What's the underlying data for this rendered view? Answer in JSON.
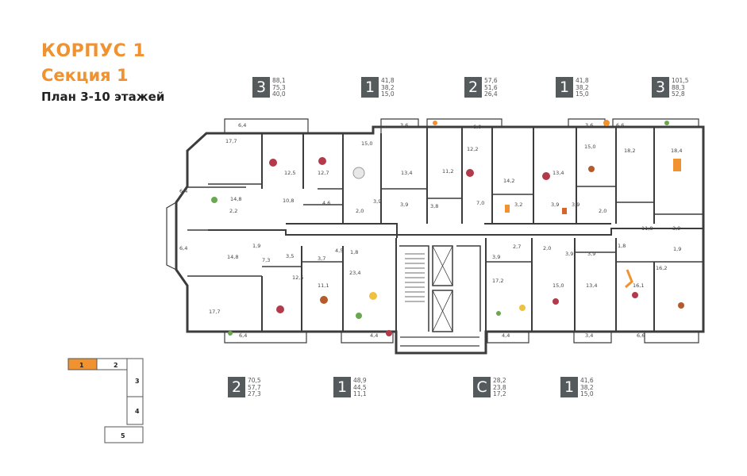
{
  "header": {
    "building": "КОРПУС 1",
    "section": "Секция 1",
    "plan": "План 3-10 этажей"
  },
  "colors": {
    "accent": "#f0922f",
    "badge": "#555a5c",
    "wall": "#3c3c3c"
  },
  "apartments_top": [
    {
      "rooms": "3",
      "areas": [
        "88,1",
        "75,3",
        "40,0"
      ]
    },
    {
      "rooms": "1",
      "areas": [
        "41,8",
        "38,2",
        "15,0"
      ]
    },
    {
      "rooms": "2",
      "areas": [
        "57,6",
        "51,6",
        "26,4"
      ]
    },
    {
      "rooms": "1",
      "areas": [
        "41,8",
        "38,2",
        "15,0"
      ]
    },
    {
      "rooms": "3",
      "areas": [
        "101,5",
        "88,3",
        "52,8"
      ]
    }
  ],
  "apartments_bottom": [
    {
      "rooms": "2",
      "areas": [
        "70,5",
        "57,7",
        "27,3"
      ]
    },
    {
      "rooms": "1",
      "areas": [
        "48,9",
        "44,5",
        "11,1"
      ]
    },
    {
      "rooms": "C",
      "areas": [
        "28,2",
        "23,8",
        "17,2"
      ]
    },
    {
      "rooms": "1",
      "areas": [
        "41,6",
        "38,2",
        "15,0"
      ]
    }
  ],
  "room_labels": [
    "6,4",
    "17,7",
    "12,5",
    "12,7",
    "15,0",
    "3,6",
    "6,0",
    "12,2",
    "11,2",
    "13,4",
    "14,2",
    "13,4",
    "3,6",
    "15,0",
    "18,2",
    "6,6",
    "18,4",
    "6,4",
    "14,8",
    "10,8",
    "4,6",
    "2,0",
    "3,9",
    "3,9",
    "3,8",
    "7,0",
    "3,2",
    "3,9",
    "3,9",
    "2,0",
    "11,8",
    "3,9",
    "2,2",
    "1,9",
    "14,8",
    "6,4",
    "7,3",
    "3,5",
    "3,7",
    "4,5",
    "1,8",
    "23,4",
    "12,5",
    "11,1",
    "2,7",
    "3,9",
    "17,2",
    "2,0",
    "3,9",
    "15,0",
    "3,9",
    "13,4",
    "1,8",
    "1,9",
    "16,1",
    "16,2",
    "17,7",
    "6,4",
    "4,4",
    "4,4",
    "3,4",
    "6,6"
  ],
  "keyplan": {
    "sections": [
      "1",
      "2",
      "3",
      "4",
      "5"
    ],
    "highlight": "1"
  }
}
